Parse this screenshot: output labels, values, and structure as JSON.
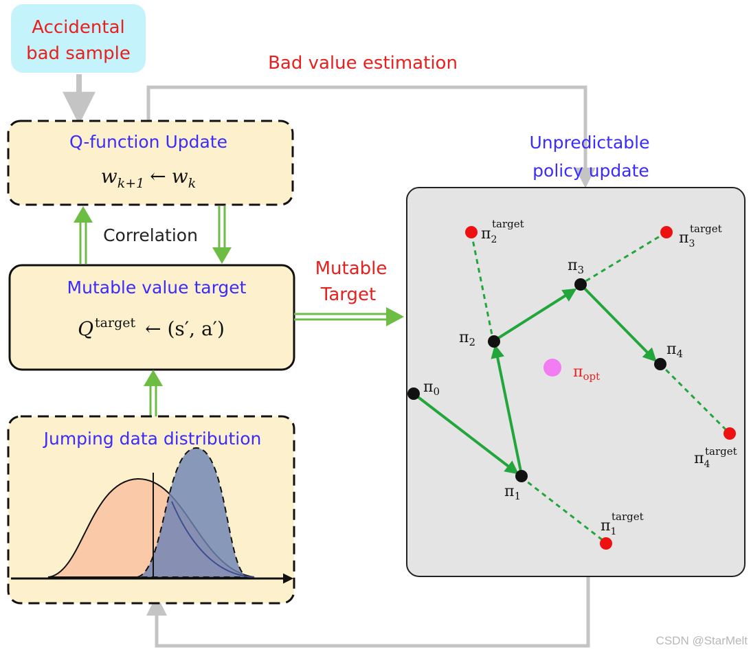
{
  "accidental": {
    "line1": "Accidental",
    "line2": "bad sample"
  },
  "bad_value_estimation": "Bad value estimation",
  "qfunc": {
    "title": "Q-function Update",
    "w": "w",
    "sub_next": "k+1",
    "arrow": "←",
    "sub_cur": "k"
  },
  "correlation": "Correlation",
  "mutable_target_box": {
    "title": "Mutable value target",
    "Q": "Q",
    "sup": "target",
    "rhs": "← (s′, a′)"
  },
  "mutable_target_label": {
    "line1": "Mutable",
    "line2": "Target"
  },
  "jumping": {
    "title": "Jumping data distribution"
  },
  "policy": {
    "line1": "Unpredictable",
    "line2": "policy update"
  },
  "points": {
    "pi_symbol": "π",
    "sub0": "0",
    "sub1": "1",
    "sub2": "2",
    "sub3": "3",
    "sub4": "4",
    "sup_target": "target",
    "opt": "opt"
  },
  "watermark": "CSDN @StarMelt",
  "colors": {
    "box_fill": "#fdf0cd",
    "accidental_fill": "#c4f3fc",
    "panel_fill": "#e4e4e4",
    "green": "#22a53a",
    "red_dot": "#ee1111",
    "pink_dot": "#f27cf2",
    "label_red": "#e8201e",
    "label_blue": "#3a2bff"
  }
}
